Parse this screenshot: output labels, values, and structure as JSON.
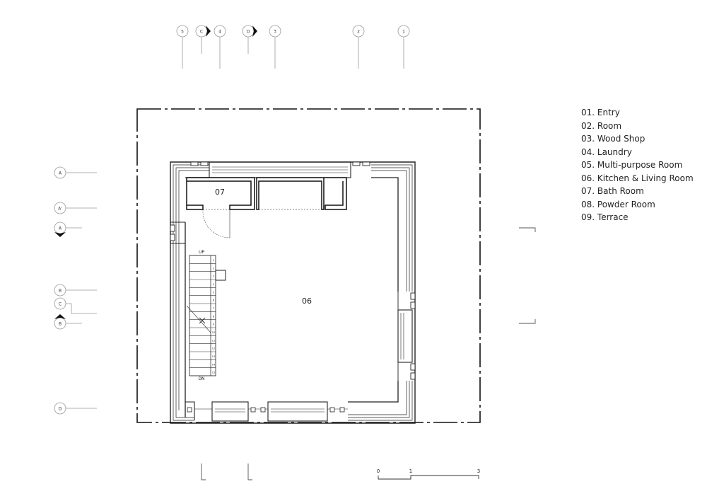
{
  "grid_top": [
    "5",
    "C",
    "4",
    "D",
    "3",
    "2",
    "1"
  ],
  "grid_left": [
    "A",
    "A'",
    "A",
    "B",
    "C",
    "B",
    "D"
  ],
  "rooms": {
    "bath": "07",
    "kitchen_living": "06"
  },
  "stair": {
    "up": "UP",
    "dn": "DN",
    "steps": [
      "1",
      "2",
      "3",
      "4",
      "5",
      "6",
      "7",
      "8",
      "9",
      "10",
      "11",
      "12",
      "13",
      "14",
      "15"
    ]
  },
  "scale_bar": [
    "0",
    "1",
    "3"
  ],
  "legend": [
    "01. Entry",
    "02. Room",
    "03. Wood Shop",
    "04. Laundry",
    "05. Multi-purpose Room",
    "06. Kitchen & Living Room",
    "07. Bath Room",
    "08. Powder Room",
    "09. Terrace"
  ]
}
